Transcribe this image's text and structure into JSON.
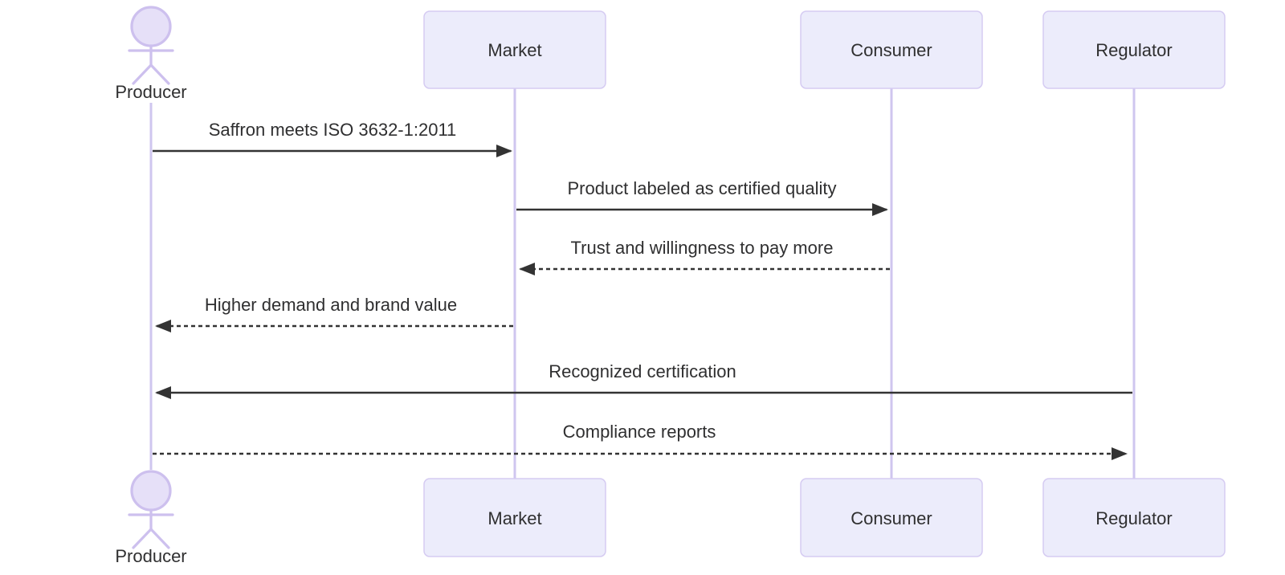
{
  "diagram": {
    "kind": "sequence-diagram",
    "background": "#ffffff",
    "participants": [
      {
        "id": "producer",
        "label": "Producer",
        "type": "actor"
      },
      {
        "id": "market",
        "label": "Market",
        "type": "participant"
      },
      {
        "id": "consumer",
        "label": "Consumer",
        "type": "participant"
      },
      {
        "id": "regulator",
        "label": "Regulator",
        "type": "participant"
      }
    ],
    "messages": [
      {
        "from": "Producer",
        "to": "Market",
        "text": "Saffron meets ISO 3632-1:2011",
        "line": "solid",
        "direction": "right"
      },
      {
        "from": "Market",
        "to": "Consumer",
        "text": "Product labeled as certified quality",
        "line": "solid",
        "direction": "right"
      },
      {
        "from": "Consumer",
        "to": "Market",
        "text": "Trust and willingness to pay more",
        "line": "dashed",
        "direction": "left"
      },
      {
        "from": "Market",
        "to": "Producer",
        "text": "Higher demand and brand value",
        "line": "dashed",
        "direction": "left"
      },
      {
        "from": "Regulator",
        "to": "Producer",
        "text": "Recognized certification",
        "line": "solid",
        "direction": "left"
      },
      {
        "from": "Producer",
        "to": "Regulator",
        "text": "Compliance reports",
        "line": "dashed",
        "direction": "right"
      }
    ],
    "colors": {
      "participant_fill": "#ececfb",
      "participant_border": "#d5cbf2",
      "actor_stroke": "#cdc0ee",
      "actor_head_fill": "#e6e0f8",
      "lifeline": "#cfc6ef",
      "message_line": "#333333",
      "text": "#2f2f30"
    }
  }
}
